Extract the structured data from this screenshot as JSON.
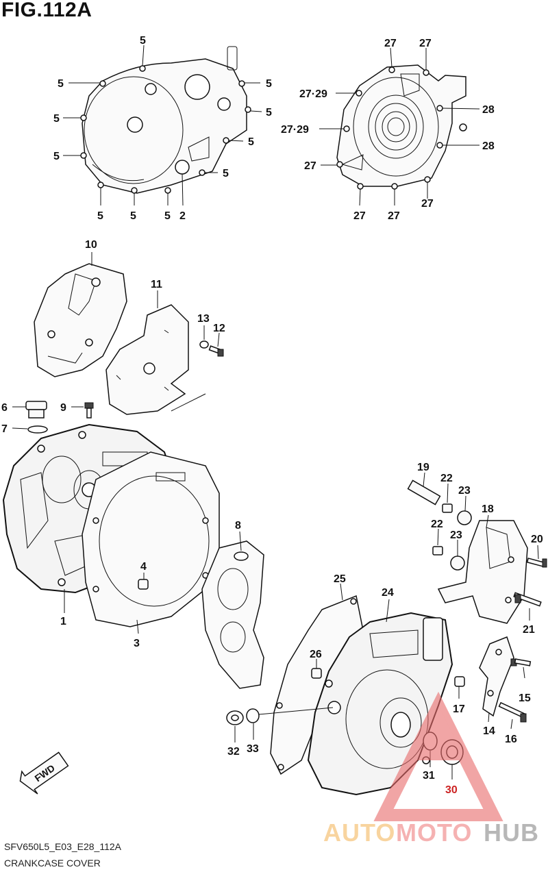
{
  "figure": {
    "title": "FIG.112A",
    "code": "SFV650L5_E03_E28_112A",
    "caption": "CRANKCASE COVER",
    "fwd_label": "FWD"
  },
  "watermark": {
    "part1": "AUTO",
    "part2": "MOTO",
    "part3": "HUB",
    "color1": "#f5b861",
    "color2": "#f08080",
    "color3": "#888888"
  },
  "callouts": {
    "c5a": "5",
    "c5b": "5",
    "c5c": "5",
    "c5d": "5",
    "c5e": "5",
    "c5f": "5",
    "c5g": "5",
    "c5h": "5",
    "c5i": "5",
    "c5j": "5",
    "c5k": "5",
    "c2": "2",
    "c27a": "27",
    "c27b": "27",
    "c27_29a": "27·29",
    "c27_29b": "27·29",
    "c27c": "27",
    "c27d": "27",
    "c27e": "27",
    "c27f": "27",
    "c28a": "28",
    "c28b": "28",
    "c10": "10",
    "c11": "11",
    "c13": "13",
    "c12": "12",
    "c6": "6",
    "c7": "7",
    "c9": "9",
    "c1": "1",
    "c3": "3",
    "c4": "4",
    "c8": "8",
    "c19": "19",
    "c22a": "22",
    "c23a": "23",
    "c22b": "22",
    "c23b": "23",
    "c18": "18",
    "c20": "20",
    "c21": "21",
    "c25": "25",
    "c24": "24",
    "c26": "26",
    "c32": "32",
    "c33": "33",
    "c17": "17",
    "c15": "15",
    "c14": "14",
    "c16": "16",
    "c31": "31",
    "c30": "30"
  }
}
